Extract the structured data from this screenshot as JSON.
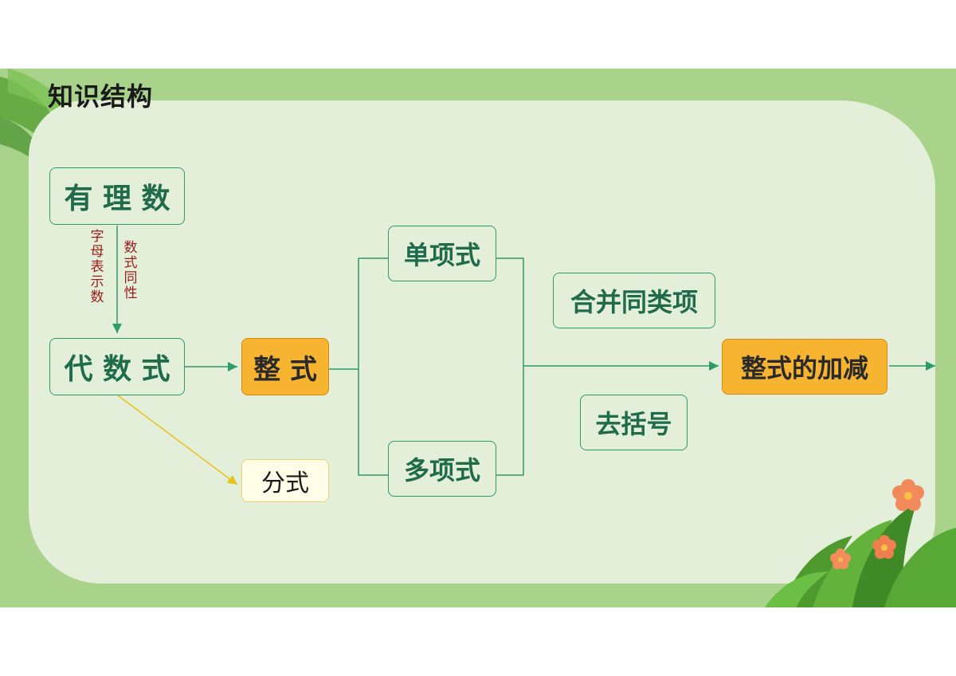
{
  "title": "知识结构",
  "nodes": {
    "rational": "有 理 数",
    "algebraic": "代 数 式",
    "polynomial_integral": "整 式",
    "fraction": "分式",
    "monomial": "单项式",
    "polynomial": "多项式",
    "combine_like": "合并同类项",
    "remove_brackets": "去括号",
    "add_subtract": "整式的加减"
  },
  "edge_labels": {
    "letters_for_numbers": "字母表示数",
    "same_as_numbers": "数式同性"
  },
  "colors": {
    "background": "#a9d28a",
    "panel": "#e3efd8",
    "box_border": "#2f9a6a",
    "box_text": "#1f6b4c",
    "highlight": "#f7b431",
    "edge_label": "#9b1c1c",
    "fraction_arrow": "#e6c21d"
  }
}
